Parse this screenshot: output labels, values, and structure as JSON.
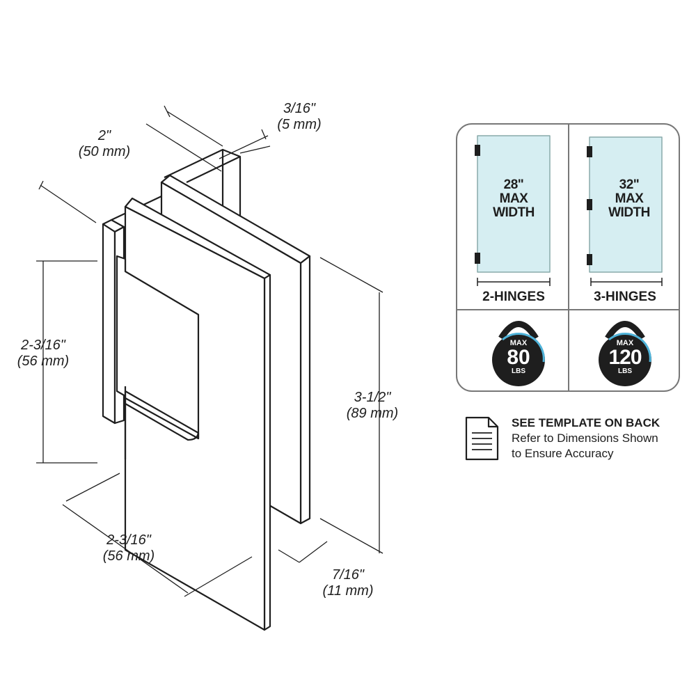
{
  "dimensions": {
    "width_top": {
      "imperial": "2\"",
      "metric": "(50 mm)"
    },
    "thickness_top": {
      "imperial": "3/16\"",
      "metric": "(5 mm)"
    },
    "height_left": {
      "imperial": "2-3/16\"",
      "metric": "(56 mm)"
    },
    "height_right": {
      "imperial": "3-1/2\"",
      "metric": "(89 mm)"
    },
    "width_bottom": {
      "imperial": "2-3/16\"",
      "metric": "(56 mm)"
    },
    "thickness_bottom": {
      "imperial": "7/16\"",
      "metric": "(11 mm)"
    }
  },
  "panel": {
    "options": [
      {
        "width": "28\"",
        "max": "MAX",
        "width_label": "WIDTH",
        "hinges": "2-HINGES",
        "weight_max": "MAX",
        "weight": "80",
        "unit": "LBS"
      },
      {
        "width": "32\"",
        "max": "MAX",
        "width_label": "WIDTH",
        "hinges": "3-HINGES",
        "weight_max": "MAX",
        "weight": "120",
        "unit": "LBS"
      }
    ],
    "colors": {
      "glass": "#d6eef2",
      "weight_ring": "#4fb3d9",
      "weight_body": "#1e1e1e"
    }
  },
  "note": {
    "title": "SEE TEMPLATE ON BACK",
    "line1": "Refer to Dimensions Shown",
    "line2": "to Ensure Accuracy"
  }
}
